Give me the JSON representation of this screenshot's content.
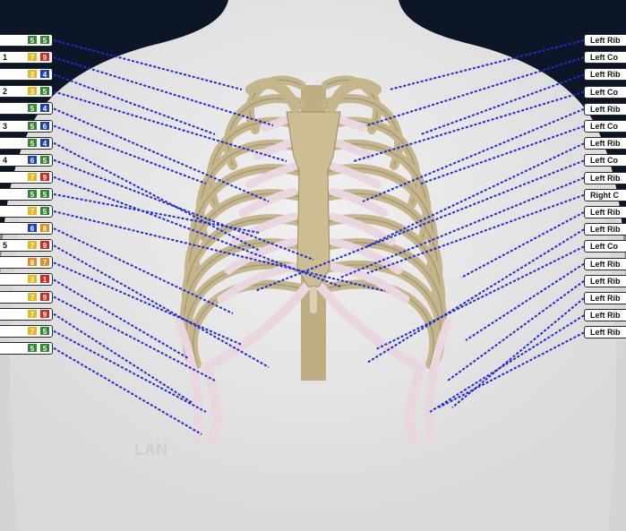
{
  "colors": {
    "green": "#2f8a2f",
    "red": "#d8281c",
    "yellow": "#e8b81a",
    "blue": "#1c3fbd",
    "orange": "#e88a1a",
    "leader": "#1f2bd6",
    "bone": "#c5b58c",
    "cartilage": "#e9d6de",
    "body": "#e9e9e9",
    "background": "#0d1626"
  },
  "left_labels": [
    {
      "num": "",
      "badges": [
        {
          "t": "5",
          "c": "green"
        },
        {
          "t": "5",
          "c": "green"
        }
      ]
    },
    {
      "num": "1",
      "badges": [
        {
          "t": "7",
          "c": "yellow"
        },
        {
          "t": "9",
          "c": "red"
        }
      ]
    },
    {
      "num": "",
      "badges": [
        {
          "t": "3",
          "c": "yellow"
        },
        {
          "t": "4",
          "c": "blue"
        }
      ]
    },
    {
      "num": "2",
      "badges": [
        {
          "t": "3",
          "c": "yellow"
        },
        {
          "t": "5",
          "c": "green"
        }
      ]
    },
    {
      "num": "",
      "badges": [
        {
          "t": "5",
          "c": "green"
        },
        {
          "t": "4",
          "c": "blue"
        }
      ]
    },
    {
      "num": "3",
      "badges": [
        {
          "t": "5",
          "c": "green"
        },
        {
          "t": "6",
          "c": "blue"
        }
      ]
    },
    {
      "num": "",
      "badges": [
        {
          "t": "5",
          "c": "green"
        },
        {
          "t": "4",
          "c": "blue"
        }
      ]
    },
    {
      "num": "4",
      "badges": [
        {
          "t": "6",
          "c": "blue"
        },
        {
          "t": "5",
          "c": "green"
        }
      ]
    },
    {
      "num": "",
      "badges": [
        {
          "t": "7",
          "c": "yellow"
        },
        {
          "t": "9",
          "c": "red"
        }
      ]
    },
    {
      "num": "",
      "badges": [
        {
          "t": "5",
          "c": "green"
        },
        {
          "t": "5",
          "c": "green"
        }
      ]
    },
    {
      "num": "",
      "badges": [
        {
          "t": "7",
          "c": "yellow"
        },
        {
          "t": "5",
          "c": "green"
        }
      ]
    },
    {
      "num": "",
      "badges": [
        {
          "t": "6",
          "c": "blue"
        },
        {
          "t": "8",
          "c": "orange"
        }
      ]
    },
    {
      "num": "5",
      "badges": [
        {
          "t": "7",
          "c": "yellow"
        },
        {
          "t": "9",
          "c": "red"
        }
      ]
    },
    {
      "num": "",
      "badges": [
        {
          "t": "8",
          "c": "orange"
        },
        {
          "t": "7",
          "c": "orange"
        }
      ]
    },
    {
      "num": "",
      "badges": [
        {
          "t": "3",
          "c": "yellow"
        },
        {
          "t": "1",
          "c": "red"
        }
      ]
    },
    {
      "num": "",
      "badges": [
        {
          "t": "7",
          "c": "yellow"
        },
        {
          "t": "9",
          "c": "red"
        }
      ]
    },
    {
      "num": "",
      "badges": [
        {
          "t": "7",
          "c": "yellow"
        },
        {
          "t": "9",
          "c": "red"
        }
      ]
    },
    {
      "num": "",
      "badges": [
        {
          "t": "7",
          "c": "yellow"
        },
        {
          "t": "5",
          "c": "green"
        }
      ]
    },
    {
      "num": "",
      "badges": [
        {
          "t": "5",
          "c": "green"
        },
        {
          "t": "5",
          "c": "green"
        }
      ]
    }
  ],
  "right_labels": [
    "Left Rib",
    "Left Co",
    "Left Rib",
    "Left Co",
    "Left Rib",
    "Left Co",
    "Left Rib",
    "Left Co",
    "Left Rib",
    "Right C",
    "Left Rib",
    "Left Rib",
    "Left Co",
    "Left Rib",
    "Left Rib",
    "Left Rib",
    "Left Rib",
    "Left Rib"
  ],
  "watermark": "LAN"
}
